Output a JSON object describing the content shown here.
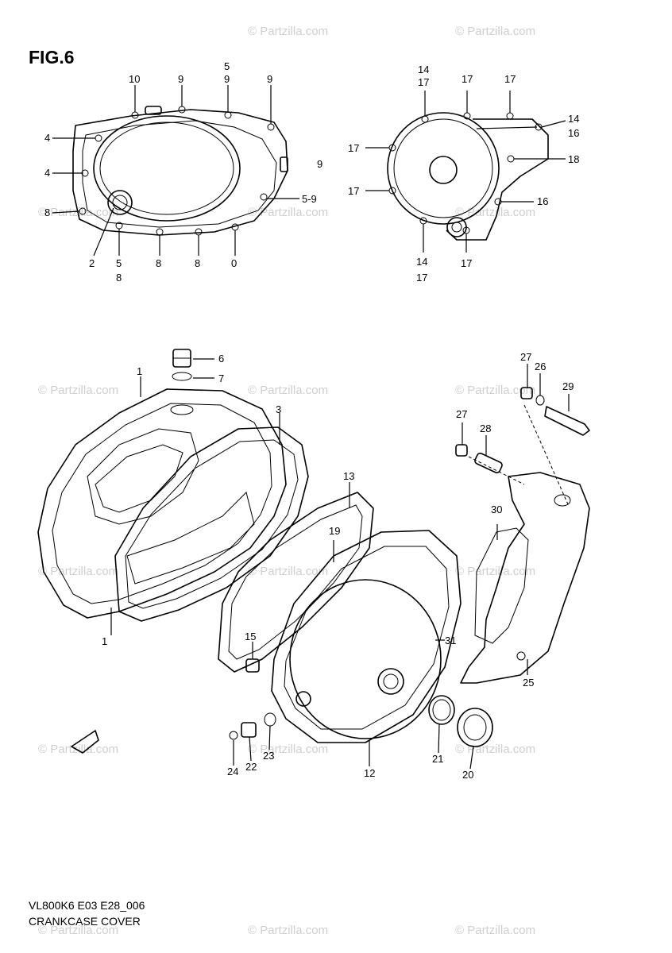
{
  "figure": {
    "title": "FIG.6"
  },
  "footer": {
    "code": "VL800K6 E03 E28_006",
    "caption": "CRANKCASE COVER"
  },
  "watermark": "© Partzilla.com",
  "callouts": {
    "c10": "10",
    "c9a": "9",
    "c5top": "5",
    "c9b": "9",
    "c9c": "9",
    "c4a": "4",
    "c4b": "4",
    "c8left": "8",
    "c9right": "9",
    "c59": "5-9",
    "c2": "2",
    "c5bot": "5",
    "c8bot": "8",
    "c8b": "8",
    "c8c": "8",
    "c0": "0",
    "c14a": "14",
    "c17a": "17",
    "c17b": "17",
    "c17c": "17",
    "c14b": "14",
    "c16a": "16",
    "c17d": "17",
    "c18": "18",
    "c17e": "17",
    "c16b": "16",
    "c14c": "14",
    "c17f": "17",
    "c17g": "17",
    "c6": "6",
    "c7": "7",
    "c1": "1",
    "c3": "3",
    "c13": "13",
    "c19": "19",
    "c1b": "1",
    "c15": "15",
    "c31": "31",
    "c12": "12",
    "c21": "21",
    "c20": "20",
    "c24": "24",
    "c22": "22",
    "c23": "23",
    "c27a": "27",
    "c26": "26",
    "c29": "29",
    "c27b": "27",
    "c28": "28",
    "c30": "30",
    "c25": "25"
  }
}
